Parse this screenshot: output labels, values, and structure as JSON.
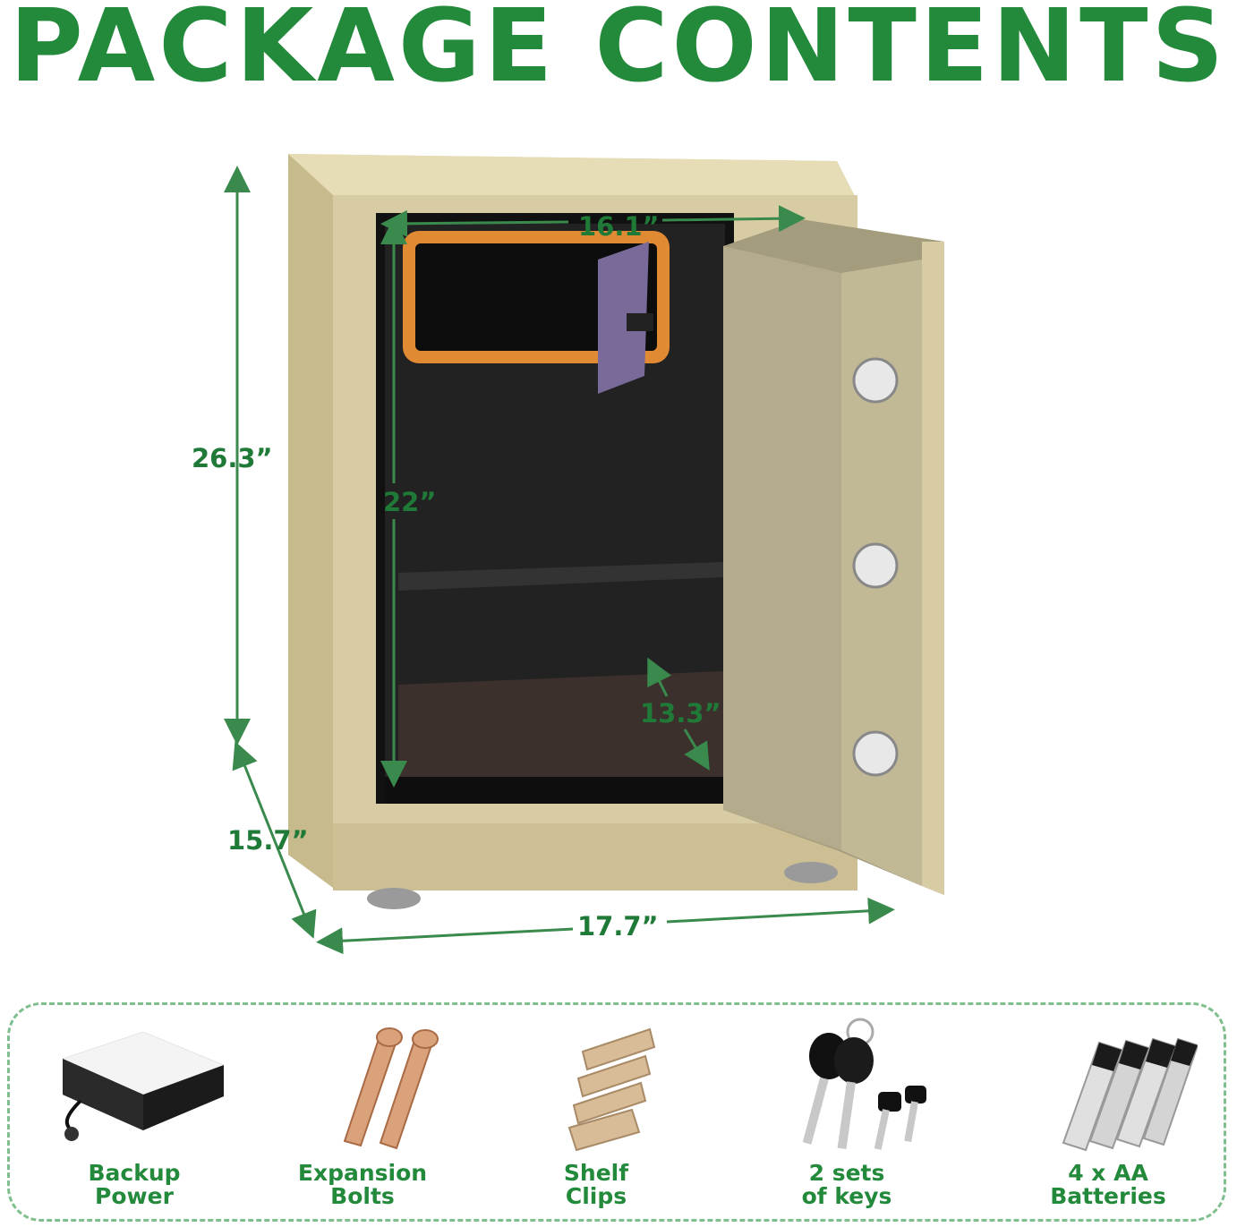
{
  "title": "PACKAGE CONTENTS",
  "dimensions": {
    "height_outer": "26.3”",
    "depth": "15.7”",
    "width_outer": "17.7”",
    "width_inner": "16.1”",
    "height_inner": "22”",
    "depth_inner": "13.3”"
  },
  "items": [
    {
      "line1": "Backup",
      "line2": "Power",
      "icon": "backup-power-icon"
    },
    {
      "line1": "Expansion",
      "line2": "Bolts",
      "icon": "expansion-bolts-icon"
    },
    {
      "line1": "Shelf",
      "line2": "Clips",
      "icon": "shelf-clips-icon"
    },
    {
      "line1": "2 sets",
      "line2": "of keys",
      "icon": "keys-icon"
    },
    {
      "line1": "4 x AA",
      "line2": "Batteries",
      "icon": "batteries-icon"
    }
  ],
  "colors": {
    "accent": "#238a3c",
    "safe_body": "#d6caa0",
    "safe_interior": "#1b1b1b",
    "drawer_trim": "#e08a34"
  }
}
